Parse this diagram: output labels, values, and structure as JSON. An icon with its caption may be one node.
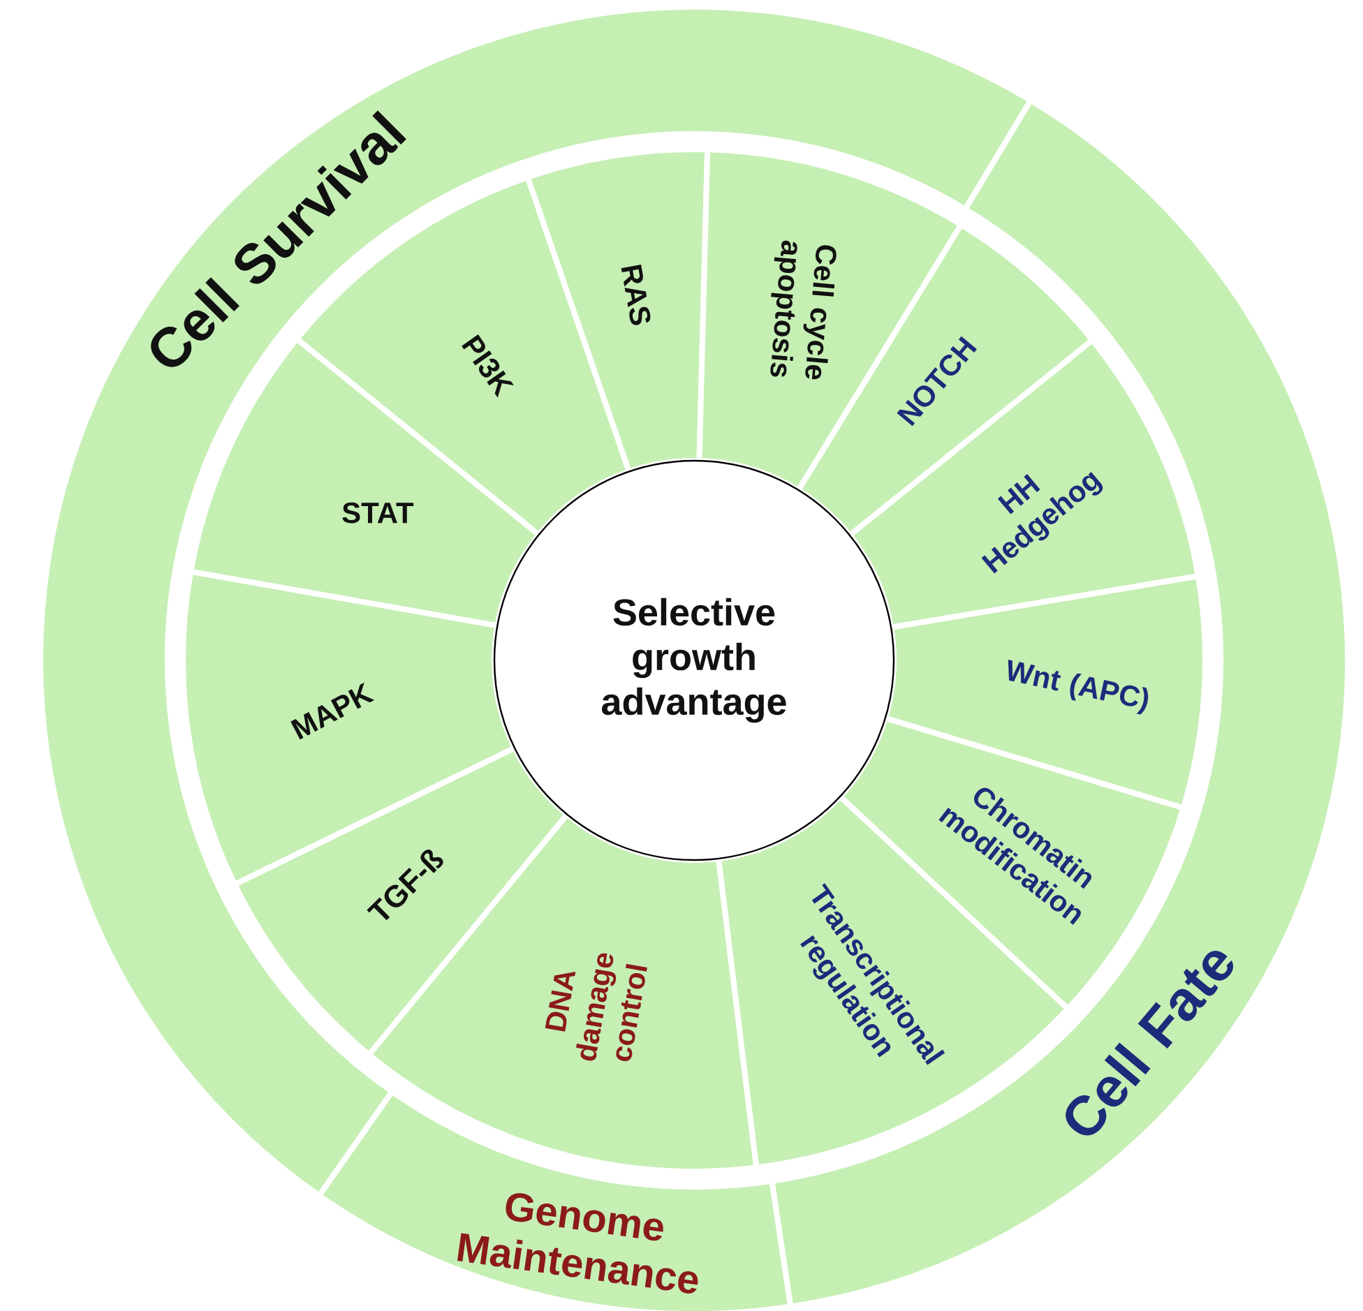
{
  "diagram": {
    "nodes": [
      {
        "text": [
          "Cell Survival"
        ]
      },
      {
        "text": [
          "Genome Maintenance"
        ]
      },
      {
        "text": [
          "Cell Fate"
        ]
      },
      {
        "text": [
          "Selective growth advantage"
        ]
      },
      {
        "text": [
          "STAT"
        ]
      },
      {
        "text": [
          "PI3K"
        ]
      },
      {
        "text": [
          "RAS"
        ]
      },
      {
        "text": [
          "Cell cycle apoptosis"
        ]
      },
      {
        "text": [
          "NOTCH"
        ]
      },
      {
        "text": [
          "HH Hedgehog"
        ]
      },
      {
        "text": [
          "Wnt (APC)"
        ]
      },
      {
        "text": [
          "Chromatin modification"
        ]
      },
      {
        "text": [
          "Transcriptional regulation"
        ]
      },
      {
        "text": [
          "DNA damage control"
        ]
      },
      {
        "text": [
          "TGF-ß"
        ]
      },
      {
        "text": [
          "MAPK"
        ]
      }
    ]
  }
}
